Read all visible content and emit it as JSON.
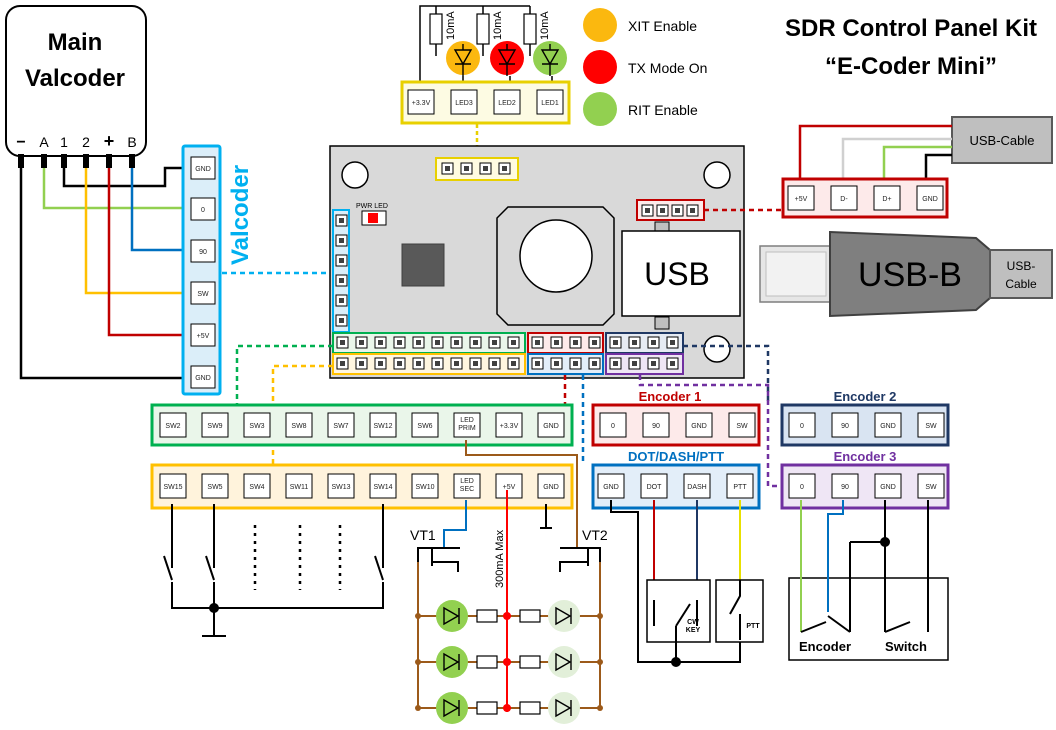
{
  "title": {
    "line1": "SDR Control Panel Kit",
    "line2": "“E-Coder Mini”"
  },
  "main_valcoder": {
    "line1": "Main",
    "line2": "Valcoder",
    "pins": [
      "−",
      "A",
      "1",
      "2",
      "+",
      "B"
    ]
  },
  "valcoder_label": "Valcoder",
  "valcoder_pins": [
    "GND",
    "0",
    "90",
    "SW",
    "+5V",
    "GND"
  ],
  "leds": {
    "resistor_label": "10mA",
    "pins": [
      "+3.3V",
      "LED3",
      "LED2",
      "LED1"
    ],
    "legend": [
      {
        "label": "XIT Enable",
        "color": "#fbb80f"
      },
      {
        "label": "TX Mode On",
        "color": "#ff0000"
      },
      {
        "label": "RIT Enable",
        "color": "#92d050"
      }
    ]
  },
  "board": {
    "pwr_led": "PWR LED",
    "usb_label": "USB"
  },
  "usb_cable": {
    "label": "USB-Cable",
    "pins": [
      "+5V",
      "D-",
      "D+",
      "GND"
    ]
  },
  "usb_b": {
    "label": "USB-B",
    "cable": "USB-Cable"
  },
  "sw_row1": [
    "SW2",
    "SW9",
    "SW3",
    "SW8",
    "SW7",
    "SW12",
    "SW6",
    "LED PRIM",
    "+3.3V",
    "GND"
  ],
  "sw_row2": [
    "SW15",
    "SW5",
    "SW4",
    "SW11",
    "SW13",
    "SW14",
    "SW10",
    "LED SEC",
    "+5V",
    "GND"
  ],
  "encoder1": {
    "title": "Encoder 1",
    "pins": [
      "0",
      "90",
      "GND",
      "SW"
    ]
  },
  "encoder2": {
    "title": "Encoder 2",
    "pins": [
      "0",
      "90",
      "GND",
      "SW"
    ]
  },
  "encoder3": {
    "title": "Encoder 3",
    "pins": [
      "0",
      "90",
      "GND",
      "SW"
    ]
  },
  "dotdash": {
    "title": "DOT/DASH/PTT",
    "pins": [
      "GND",
      "DOT",
      "DASH",
      "PTT"
    ]
  },
  "key_labels": {
    "cw": "CW KEY",
    "ptt": "PTT"
  },
  "enc_switch_labels": {
    "encoder": "Encoder",
    "switch": "Switch"
  },
  "transistors": {
    "vt1": "VT1",
    "vt2": "VT2",
    "max": "300mA Max"
  },
  "colors": {
    "red": "#c00000",
    "green": "#00b050",
    "yellow": "#ffc000",
    "blue": "#0070c0",
    "lightblue": "#00b0f0",
    "navy": "#1f3864",
    "purple": "#7030a0",
    "brown": "#9c5a1a"
  }
}
